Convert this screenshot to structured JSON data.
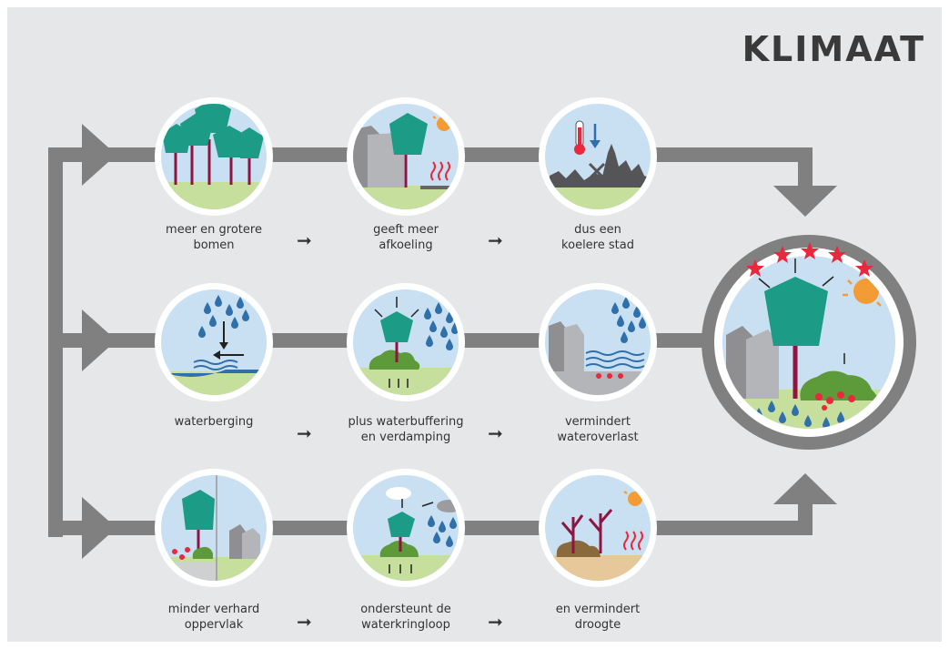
{
  "title": "KLIMAAT",
  "rows": [
    {
      "steps": [
        {
          "line1": "meer en grotere",
          "line2": "bomen"
        },
        {
          "line1": "geeft meer",
          "line2": "afkoeling"
        },
        {
          "line1": "dus een",
          "line2": "koelere stad"
        }
      ]
    },
    {
      "steps": [
        {
          "line1": "waterberging",
          "line2": ""
        },
        {
          "line1": "plus waterbuffering",
          "line2": "en verdamping"
        },
        {
          "line1": "vermindert",
          "line2": "wateroverlast"
        }
      ]
    },
    {
      "steps": [
        {
          "line1": "minder verhard",
          "line2": "oppervlak"
        },
        {
          "line1": "ondersteunt de",
          "line2": "waterkringloop"
        },
        {
          "line1": "en vermindert",
          "line2": "droogte"
        }
      ]
    }
  ],
  "arrow_glyph": "➞",
  "colors": {
    "background": "#e6e7e8",
    "pipe": "#808080",
    "tree_green": "#1c9b86",
    "sky_blue": "#c9dff2",
    "grass": "#c6df9c",
    "water": "#2f6faa",
    "sun": "#f39c35",
    "star": "#e8283c",
    "title": "#3a3a3a"
  },
  "icons": [
    "forest-icon",
    "tree-building-heat-icon",
    "thermometer-city-icon",
    "rain-water-storage-icon",
    "tree-rain-evaporation-icon",
    "buildings-rain-water-icon",
    "tree-paving-icon",
    "tree-cloud-rain-icon",
    "dry-trees-sun-icon",
    "climate-city-icon"
  ]
}
